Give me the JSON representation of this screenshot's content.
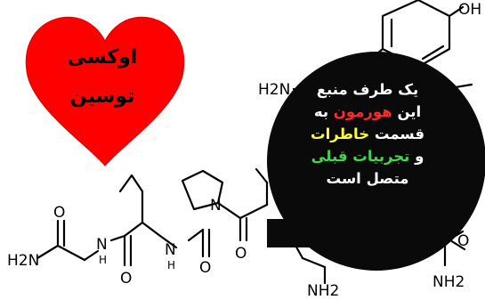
{
  "heart": {
    "line1": "اوکسی",
    "line2": "توسین",
    "color": "#ff0000"
  },
  "molecule_labels": {
    "oh": "OH",
    "h2n_top": "H2N",
    "h2n_left": "H2N",
    "nh2_mid": "NH2",
    "nh2_right": "NH2",
    "n_1": "N",
    "n_2": "N",
    "n_3": "N",
    "h_1": "H",
    "h_2": "H",
    "o_1": "O",
    "o_2": "O",
    "o_3": "O",
    "o_4": "O",
    "o_5": "O"
  },
  "bubble": {
    "background": "#0a0a0a",
    "line1": "یک طرف منبع",
    "line2_pre": "این ",
    "line2_highlight": "هورمون",
    "line2_post": " به",
    "line3_pre": "قسمت ",
    "line3_highlight": "خاطرات",
    "line4_pre": "و ",
    "line4_highlight": "تجربیات قبلی",
    "line5": "متصل است",
    "colors": {
      "red": "#ff2a2a",
      "yellow": "#ffff33",
      "green": "#44d64a"
    }
  }
}
